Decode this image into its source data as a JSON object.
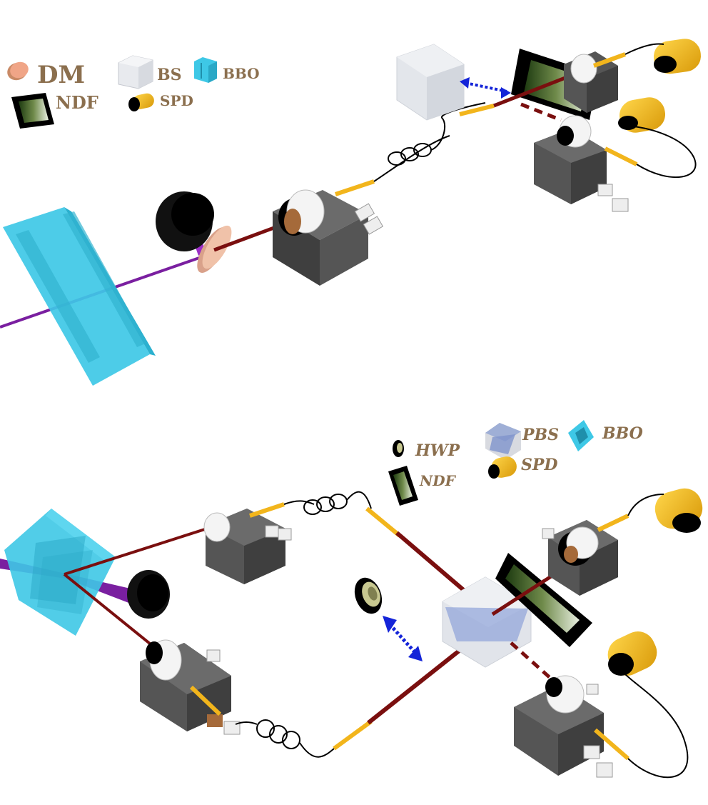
{
  "panel_top": {
    "legend": {
      "dm": "DM",
      "bs": "BS",
      "bbo": "BBO",
      "ndf": "NDF",
      "spd": "SPD"
    }
  },
  "panel_bottom": {
    "legend": {
      "hwp": "HWP",
      "pbs": "PBS",
      "bbo": "BBO",
      "ndf": "NDF",
      "spd": "SPD"
    }
  },
  "colors": {
    "pump_beam": "#7a1fa0",
    "photon_beam": "#7a0f0f",
    "crystal": "#3ec8e6",
    "detector_body": "#f2b51c",
    "housing": "#4a4a4a",
    "translation_arrow": "#1424d8",
    "legend_text": "#8b6f4e"
  },
  "icons": [
    "dichroic-mirror-icon",
    "beam-splitter-icon",
    "bbo-crystal-icon",
    "neutral-density-filter-icon",
    "single-photon-detector-icon",
    "half-wave-plate-icon",
    "polarizing-beam-splitter-icon"
  ]
}
